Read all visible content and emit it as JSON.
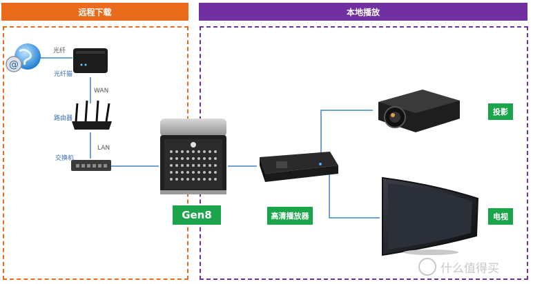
{
  "colors": {
    "remote": "#e86a1a",
    "local": "#7030a0",
    "tag": "#1aa54a",
    "line": "#6fa0d6"
  },
  "sections": {
    "remote_title": "远程下载",
    "local_title": "本地播放"
  },
  "remote": {
    "fiber_label": "光纤",
    "modem_label": "光纤猫",
    "wan_label": "WAN",
    "router_label": "路由器",
    "lan_label": "LAN",
    "switch_label": "交换机"
  },
  "center": {
    "server_label": "Gen8"
  },
  "local": {
    "player_label": "高清播放器",
    "projector_label": "投影",
    "tv_label": "电视"
  },
  "watermark": {
    "text": "什么值得买"
  },
  "icons": {
    "internet": "globe-email-icon",
    "modem": "fiber-modem-icon",
    "router": "wifi-router-icon",
    "switch": "network-switch-icon",
    "server": "microserver-icon",
    "player": "media-player-icon",
    "projector": "projector-icon",
    "tv": "curved-tv-icon"
  }
}
